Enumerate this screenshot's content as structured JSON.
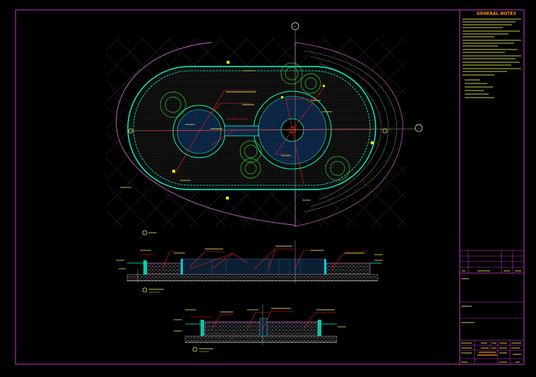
{
  "title_block": {
    "heading": "GENERAL NOTES"
  },
  "grid_tags": {
    "top": "A",
    "right": "1"
  },
  "colors": {
    "sheet_border": "#cc33cc",
    "heading": "#ff9900",
    "note_text": "#ffff66",
    "pool_outline": "#00ffcc",
    "leader": "#ff2222",
    "hatch": "#6a6a6a",
    "tree": "#33cc33"
  }
}
